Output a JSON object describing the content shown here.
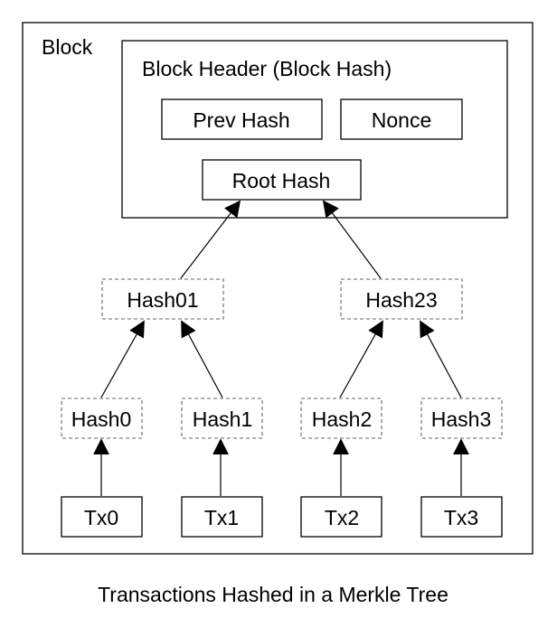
{
  "block": {
    "label": "Block",
    "header": {
      "title": "Block Header (Block Hash)",
      "prev_hash": "Prev Hash",
      "nonce": "Nonce",
      "root_hash": "Root Hash"
    }
  },
  "tree": {
    "level1": [
      "Hash01",
      "Hash23"
    ],
    "level2": [
      "Hash0",
      "Hash1",
      "Hash2",
      "Hash3"
    ],
    "transactions": [
      "Tx0",
      "Tx1",
      "Tx2",
      "Tx3"
    ]
  },
  "caption": "Transactions Hashed in a Merkle Tree"
}
